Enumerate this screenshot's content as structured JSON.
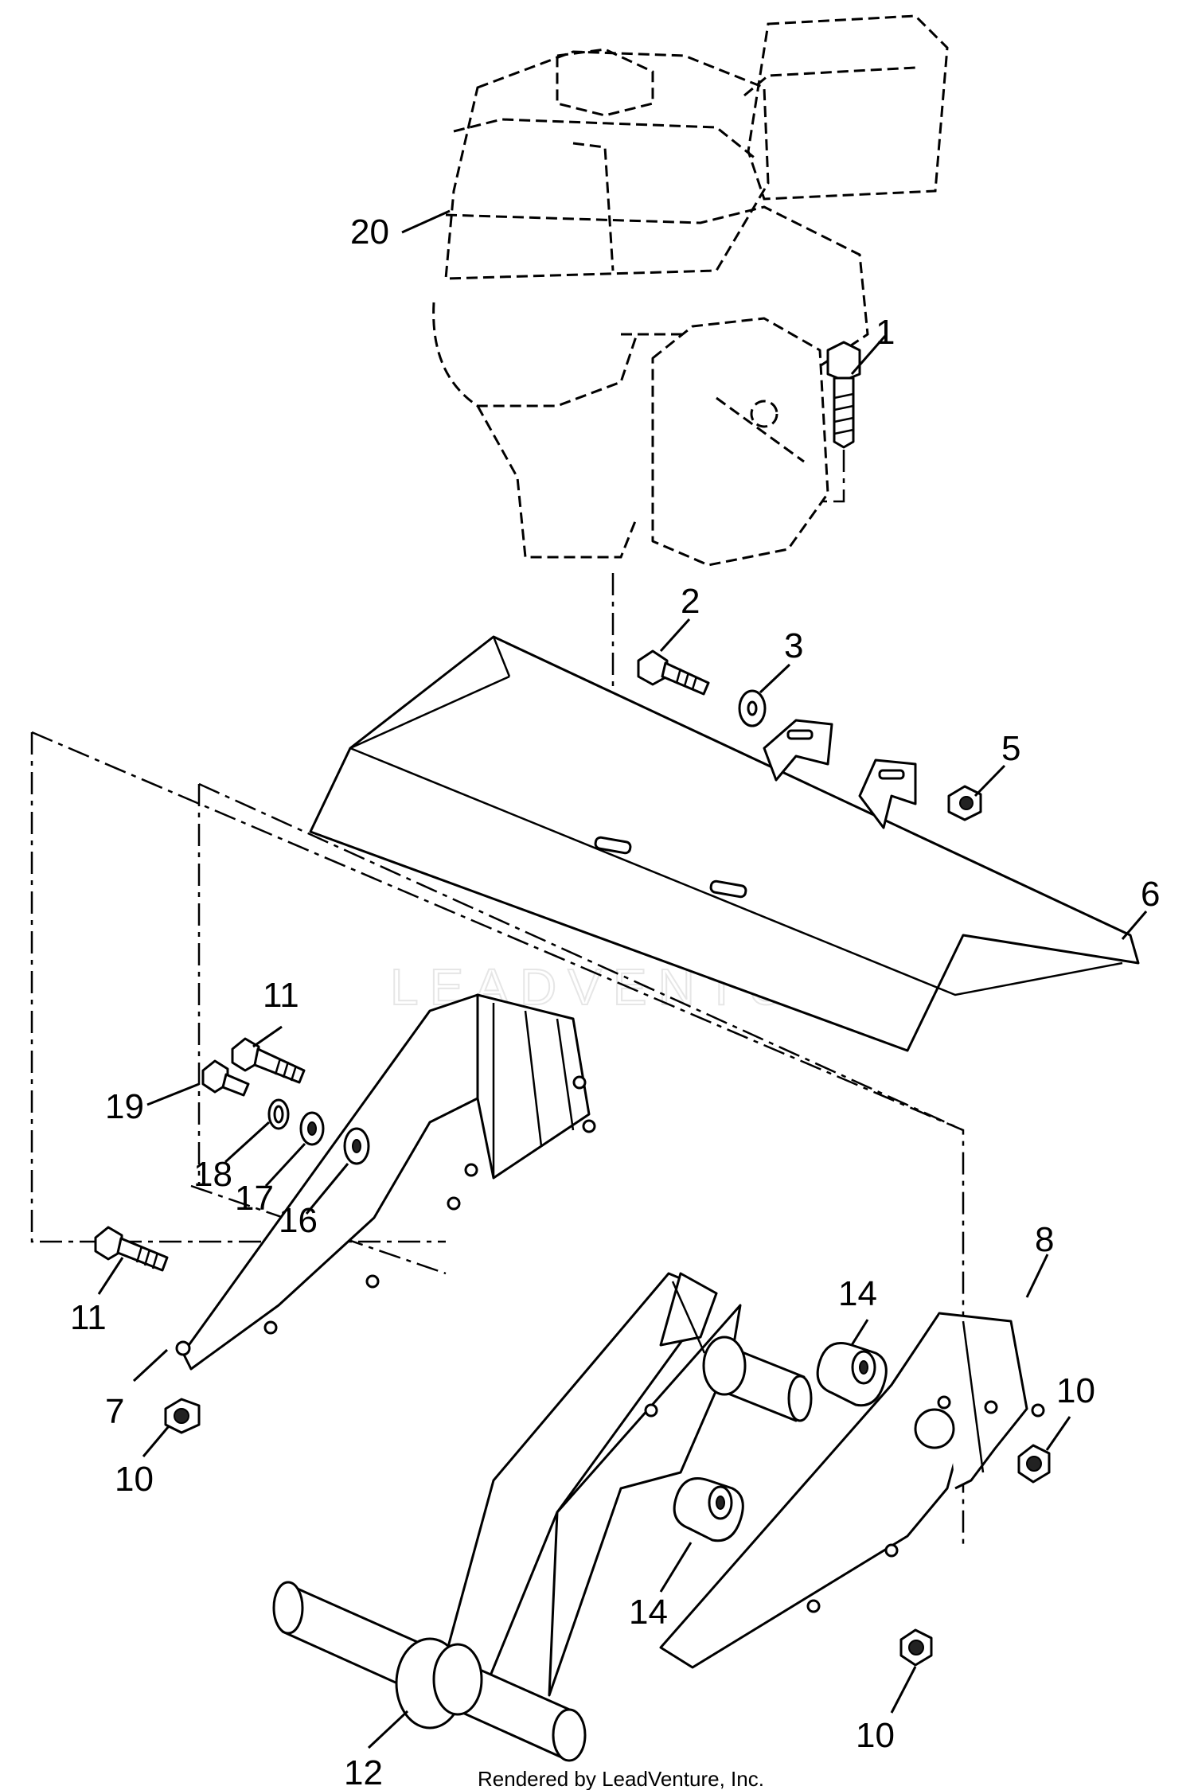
{
  "diagram": {
    "watermark": "LEADVENTURE",
    "credit": "Rendered by LeadVenture, Inc."
  },
  "callouts": {
    "c1": "1",
    "c2": "2",
    "c3": "3",
    "c5": "5",
    "c6": "6",
    "c7": "7",
    "c8": "8",
    "c10a": "10",
    "c10b": "10",
    "c10c": "10",
    "c11a": "11",
    "c11b": "11",
    "c12": "12",
    "c14a": "14",
    "c14b": "14",
    "c16": "16",
    "c17": "17",
    "c18": "18",
    "c19": "19",
    "c20": "20"
  }
}
